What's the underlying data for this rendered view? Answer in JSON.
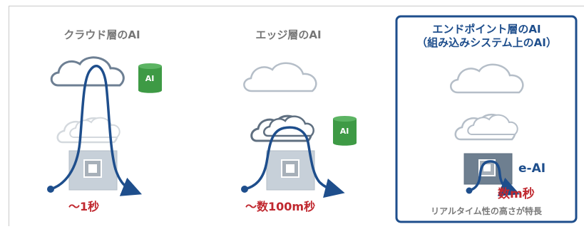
{
  "columns": [
    {
      "title": "クラウド層のAI",
      "latency": "～1秒",
      "db_label": "AI"
    },
    {
      "title": "エッジ層のAI",
      "latency": "～数100m秒",
      "db_label": "AI"
    },
    {
      "title_line1": "エンドポイント層のAI",
      "title_line2": "（組み込みシステム上のAI）",
      "chip_label": "e-AI",
      "latency": "数m秒",
      "feature": "リアルタイム性の高さが特長"
    }
  ],
  "colors": {
    "title_gray": "#777777",
    "accent_blue": "#1e4e8c",
    "latency_red": "#c0282f",
    "db_green": "#3e9a45",
    "cloud_stroke": "#6d7f93",
    "cloud_light": "#b5bec8"
  }
}
